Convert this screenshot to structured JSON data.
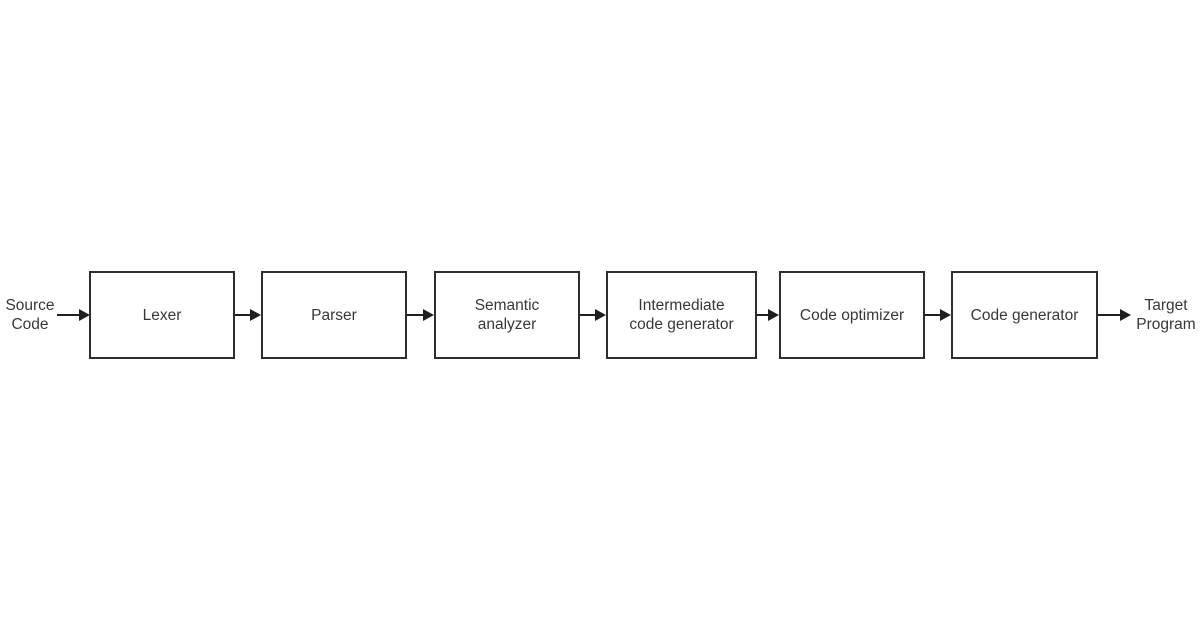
{
  "diagram": {
    "source_label": "Source\nCode",
    "target_label": "Target\nProgram",
    "boxes": [
      {
        "label": "Lexer"
      },
      {
        "label": "Parser"
      },
      {
        "label": "Semantic\nanalyzer"
      },
      {
        "label": "Intermediate\ncode generator"
      },
      {
        "label": "Code optimizer"
      },
      {
        "label": "Code generator"
      }
    ],
    "colors": {
      "background": "#ffffff",
      "border": "#2e2e2e",
      "text": "#383838",
      "arrow": "#1f1f1f"
    }
  }
}
